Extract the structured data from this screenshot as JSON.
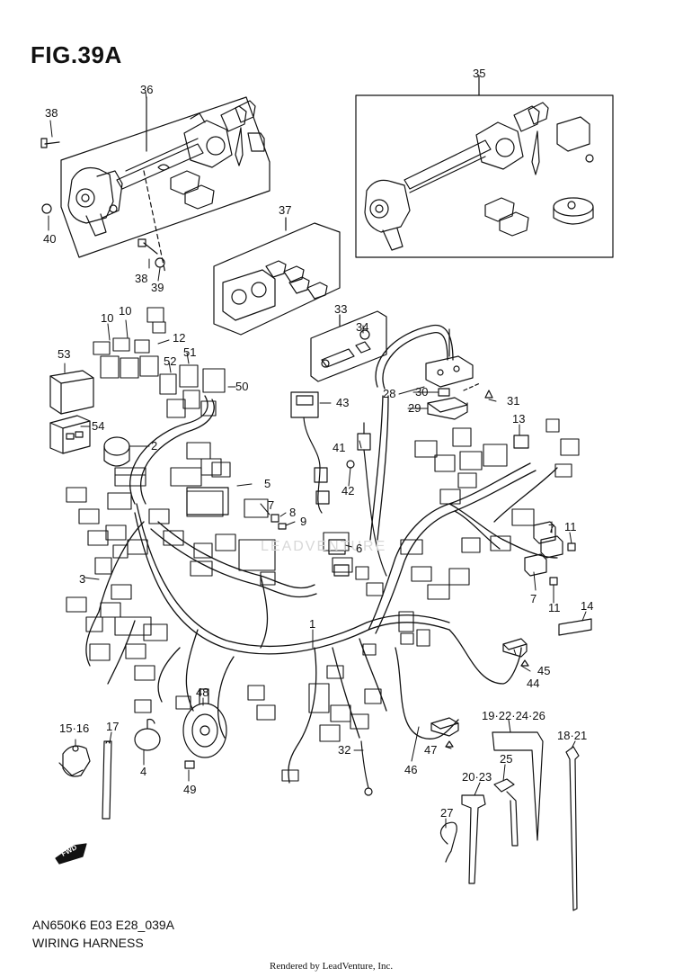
{
  "figure": {
    "title": "FIG.39A",
    "code": "AN650K6 E03 E28_039A",
    "name": "WIRING HARNESS",
    "credit": "Rendered by LeadVenture, Inc.",
    "watermark": "LEADVENTURE",
    "direction_badge": "FWD"
  },
  "callouts": [
    {
      "id": "c1",
      "text": "1"
    },
    {
      "id": "c2",
      "text": "2"
    },
    {
      "id": "c3",
      "text": "3"
    },
    {
      "id": "c4",
      "text": "4"
    },
    {
      "id": "c5",
      "text": "5"
    },
    {
      "id": "c6",
      "text": "6"
    },
    {
      "id": "c7a",
      "text": "7"
    },
    {
      "id": "c7b",
      "text": "7"
    },
    {
      "id": "c7c",
      "text": "7"
    },
    {
      "id": "c8",
      "text": "8"
    },
    {
      "id": "c9",
      "text": "9"
    },
    {
      "id": "c10a",
      "text": "10"
    },
    {
      "id": "c10b",
      "text": "10"
    },
    {
      "id": "c11a",
      "text": "11"
    },
    {
      "id": "c11b",
      "text": "11"
    },
    {
      "id": "c12",
      "text": "12"
    },
    {
      "id": "c13",
      "text": "13"
    },
    {
      "id": "c14",
      "text": "14"
    },
    {
      "id": "c1516",
      "text": "15·16"
    },
    {
      "id": "c17",
      "text": "17"
    },
    {
      "id": "c1821",
      "text": "18·21"
    },
    {
      "id": "c19",
      "text": "19·22·24·26"
    },
    {
      "id": "c2023",
      "text": "20·23"
    },
    {
      "id": "c25",
      "text": "25"
    },
    {
      "id": "c27",
      "text": "27"
    },
    {
      "id": "c28",
      "text": "28"
    },
    {
      "id": "c29",
      "text": "29"
    },
    {
      "id": "c30",
      "text": "30"
    },
    {
      "id": "c31",
      "text": "31"
    },
    {
      "id": "c32",
      "text": "32"
    },
    {
      "id": "c33",
      "text": "33"
    },
    {
      "id": "c34",
      "text": "34"
    },
    {
      "id": "c35",
      "text": "35"
    },
    {
      "id": "c36",
      "text": "36"
    },
    {
      "id": "c37",
      "text": "37"
    },
    {
      "id": "c38a",
      "text": "38"
    },
    {
      "id": "c38b",
      "text": "38"
    },
    {
      "id": "c39",
      "text": "39"
    },
    {
      "id": "c40",
      "text": "40"
    },
    {
      "id": "c41",
      "text": "41"
    },
    {
      "id": "c42",
      "text": "42"
    },
    {
      "id": "c43",
      "text": "43"
    },
    {
      "id": "c44",
      "text": "44"
    },
    {
      "id": "c45",
      "text": "45"
    },
    {
      "id": "c46",
      "text": "46"
    },
    {
      "id": "c47",
      "text": "47"
    },
    {
      "id": "c48",
      "text": "48"
    },
    {
      "id": "c49",
      "text": "49"
    },
    {
      "id": "c50",
      "text": "50"
    },
    {
      "id": "c51",
      "text": "51"
    },
    {
      "id": "c52",
      "text": "52"
    },
    {
      "id": "c53",
      "text": "53"
    },
    {
      "id": "c54",
      "text": "54"
    }
  ]
}
